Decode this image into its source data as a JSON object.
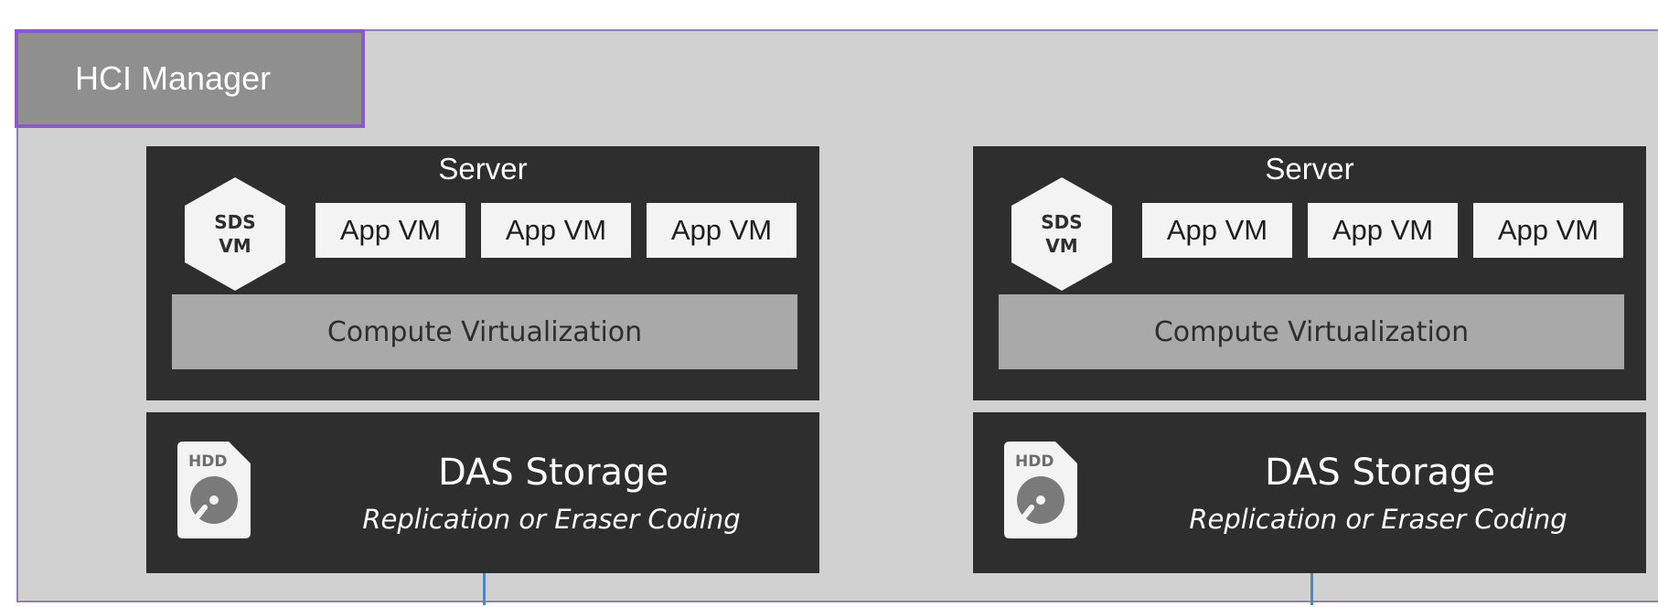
{
  "manager": {
    "label": "HCI Manager"
  },
  "nodes": [
    {
      "server_title": "Server",
      "sds_label_line1": "SDS",
      "sds_label_line2": "VM",
      "apps": [
        "App VM",
        "App VM",
        "App VM"
      ],
      "compute_label": "Compute Virtualization",
      "hdd_label": "HDD",
      "storage_title": "DAS Storage",
      "storage_subtitle": "Replication or Eraser Coding"
    },
    {
      "server_title": "Server",
      "sds_label_line1": "SDS",
      "sds_label_line2": "VM",
      "apps": [
        "App VM",
        "App VM",
        "App VM"
      ],
      "compute_label": "Compute Virtualization",
      "hdd_label": "HDD",
      "storage_title": "DAS Storage",
      "storage_subtitle": "Replication or Eraser Coding"
    }
  ],
  "colors": {
    "frame": "#d1d1d1",
    "manager": "#8f8f8f",
    "manager_border": "#8a5cc2",
    "node": "#2e2e2e",
    "compute": "#a9a9a9",
    "link": "#4f86c6"
  }
}
